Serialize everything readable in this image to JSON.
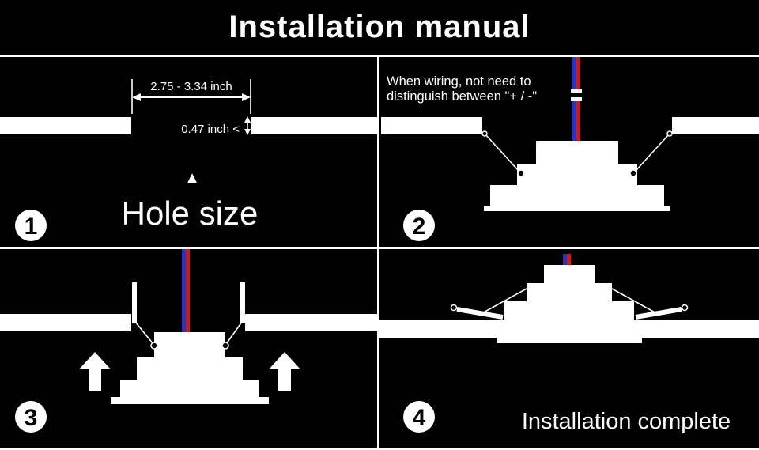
{
  "title": "Installation manual",
  "colors": {
    "background": "#000000",
    "ink": "#ffffff",
    "wire_red": "#d01818",
    "wire_blue": "#2134c9"
  },
  "steps": {
    "one": {
      "number": "1",
      "width_label": "2.75 - 3.34 inch",
      "thickness_label": "0.47 inch <",
      "pointer": "▲",
      "caption": "Hole size"
    },
    "two": {
      "number": "2",
      "note_line1": "When wiring, not need to",
      "note_line2": "distinguish between \"+ / -\""
    },
    "three": {
      "number": "3"
    },
    "four": {
      "number": "4",
      "caption": "Installation complete"
    }
  }
}
